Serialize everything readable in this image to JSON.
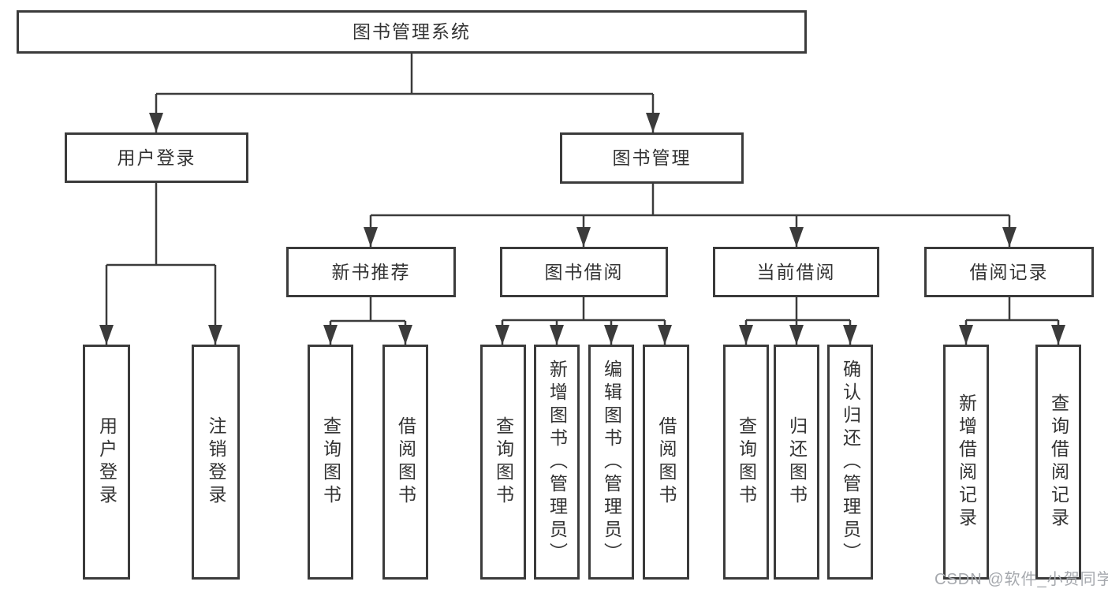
{
  "diagram_title": "图书管理系统",
  "watermark": "CSDN @软件_小贺同学",
  "colors": {
    "background": "#ffffff",
    "line": "#3b3b3b",
    "box_border": "#3b3b3b",
    "text": "#333333",
    "watermark": "#a6a9ae"
  },
  "tree": {
    "label": "图书管理系统",
    "children": [
      {
        "label": "用户登录",
        "children": [
          {
            "label": "用户登录"
          },
          {
            "label": "注销登录"
          }
        ]
      },
      {
        "label": "图书管理",
        "children": [
          {
            "label": "新书推荐",
            "children": [
              {
                "label": "查询图书"
              },
              {
                "label": "借阅图书"
              }
            ]
          },
          {
            "label": "图书借阅",
            "children": [
              {
                "label": "查询图书"
              },
              {
                "label": "新增图书（管理员）"
              },
              {
                "label": "编辑图书（管理员）"
              },
              {
                "label": "借阅图书"
              }
            ]
          },
          {
            "label": "当前借阅",
            "children": [
              {
                "label": "查询图书"
              },
              {
                "label": "归还图书"
              },
              {
                "label": "确认归还（管理员）"
              }
            ]
          },
          {
            "label": "借阅记录",
            "children": [
              {
                "label": "新增借阅记录"
              },
              {
                "label": "查询借阅记录"
              }
            ]
          }
        ]
      }
    ]
  }
}
